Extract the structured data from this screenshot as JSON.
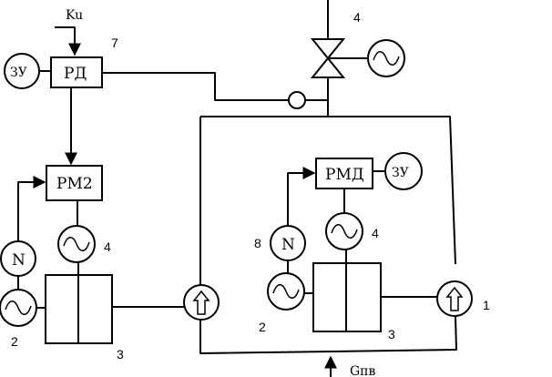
{
  "labels": {
    "ku": "Ku",
    "rd": "РД",
    "zu_left": "ЗУ",
    "rm2": "РМ2",
    "n_left": "N",
    "rmd": "РМД",
    "zu_right": "ЗУ",
    "n_right": "N",
    "gpv": "Gпв"
  },
  "numbers": {
    "n7": "7",
    "n4_valve": "4",
    "n4_left": "4",
    "n2_left": "2",
    "n3_left": "3",
    "n8": "8",
    "n4_right": "4",
    "n2_right": "2",
    "n3_right": "3",
    "n1": "1"
  }
}
